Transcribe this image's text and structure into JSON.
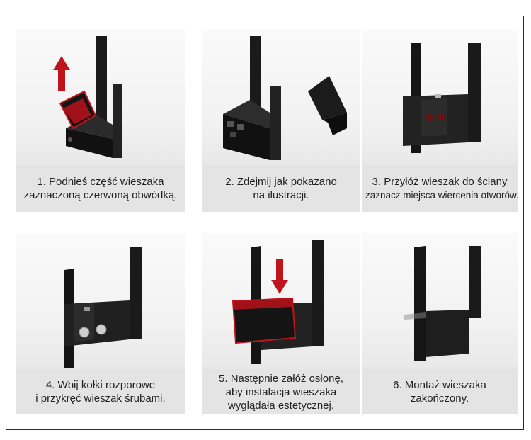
{
  "steps": [
    {
      "number": "1.",
      "lines": [
        "1. Podnieś część wieszaka",
        "zaznaczoną czerwoną obwódką."
      ]
    },
    {
      "number": "2.",
      "lines": [
        "2. Zdejmij jak pokazano",
        "na ilustracji."
      ]
    },
    {
      "number": "3.",
      "lines": [
        "3. Przyłóż wieszak do ściany",
        "i zaznacz miejsca wiercenia otworów."
      ]
    },
    {
      "number": "4.",
      "lines": [
        "4. Wbij kołki rozporowe",
        "i przykręć wieszak śrubami."
      ]
    },
    {
      "number": "5.",
      "lines": [
        "5. Następnie załóż osłonę,",
        "aby instalacja wieszaka",
        "wyglądała estetycznej."
      ]
    },
    {
      "number": "6.",
      "lines": [
        "6. Montaż wieszaka",
        "zakończony."
      ]
    }
  ],
  "colors": {
    "hook": "#1a1a1a",
    "highlight": "#c0141c",
    "caption_bg": "#e4e4e4"
  },
  "icons": [
    "arrow-up-icon",
    "arrow-down-icon"
  ]
}
